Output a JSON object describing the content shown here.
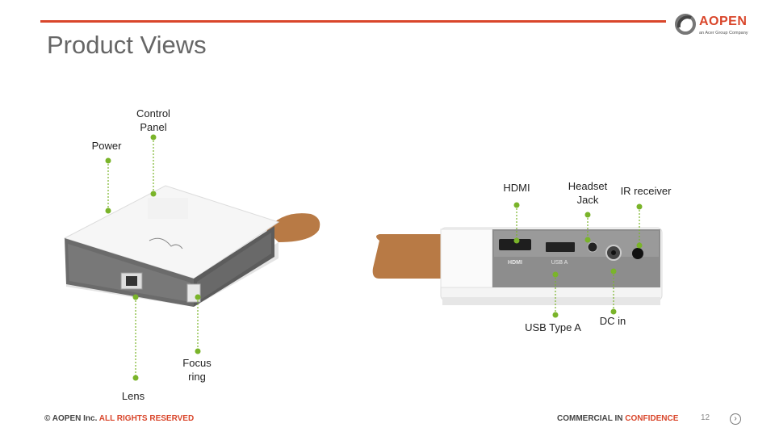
{
  "slide": {
    "title": "Product Views",
    "page_number": "12"
  },
  "logo": {
    "brand": "AOPEN",
    "tagline": "an Acer Group Company"
  },
  "callouts_left": {
    "control_panel": "Control\nPanel",
    "power": "Power",
    "lens": "Lens",
    "focus_ring": "Focus\nring"
  },
  "callouts_right": {
    "hdmi": "HDMI",
    "headset_jack": "Headset\nJack",
    "ir_receiver": "IR receiver",
    "usb_type_a": "USB Type A",
    "dc_in": "DC in"
  },
  "device_markings": {
    "hdmi_port": "HDMI",
    "usb_port": "USB A"
  },
  "footer": {
    "copyright_prefix": "© AOPEN Inc.",
    "copyright_accent": "ALL RIGHTS RESERVED",
    "confidential_prefix": "COMMERCIAL IN",
    "confidential_accent": "CONFIDENCE"
  },
  "colors": {
    "accent": "#d9462b",
    "callout_green": "#7ab42a",
    "strap_brown": "#b87a45"
  }
}
